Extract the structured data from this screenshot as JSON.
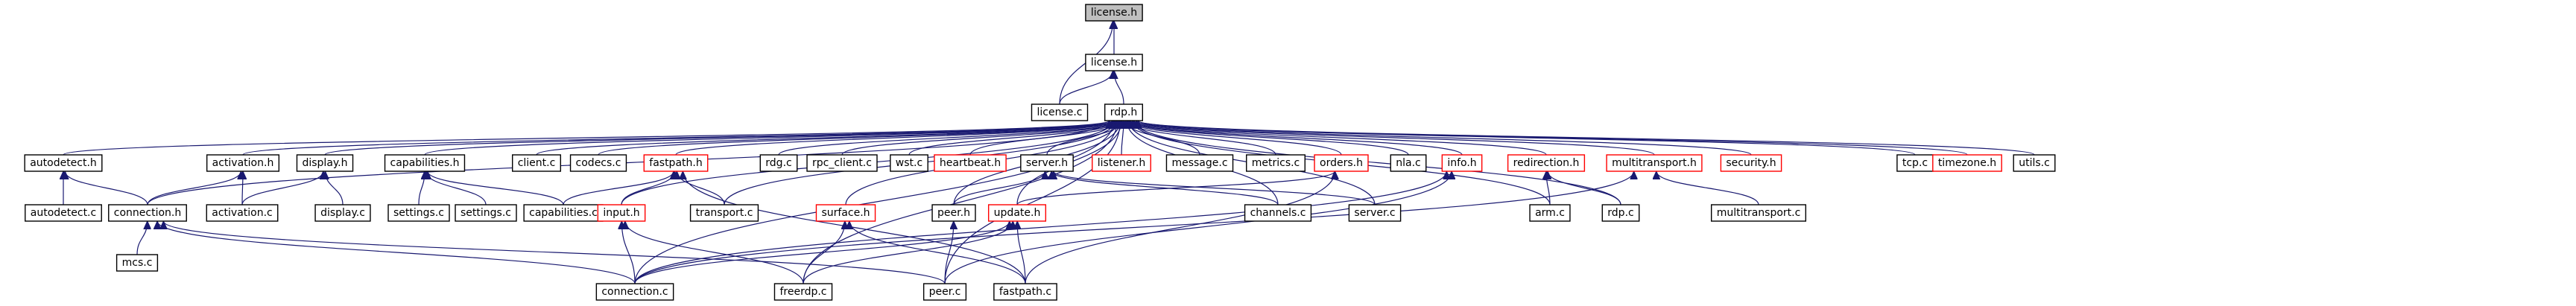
{
  "diagram": {
    "title": "",
    "nodes": [
      {
        "id": "license_h_top",
        "label": "license.h",
        "style": "highlight"
      },
      {
        "id": "license_h_mid",
        "label": "license.h",
        "style": "normal"
      },
      {
        "id": "license_c",
        "label": "license.c",
        "style": "normal"
      },
      {
        "id": "rdp_h",
        "label": "rdp.h",
        "style": "normal"
      },
      {
        "id": "autodetect_h",
        "label": "autodetect.h",
        "style": "normal"
      },
      {
        "id": "activation_h",
        "label": "activation.h",
        "style": "normal"
      },
      {
        "id": "display_h",
        "label": "display.h",
        "style": "normal"
      },
      {
        "id": "capabilities_h",
        "label": "capabilities.h",
        "style": "normal"
      },
      {
        "id": "client_c",
        "label": "client.c",
        "style": "normal"
      },
      {
        "id": "codecs_c",
        "label": "codecs.c",
        "style": "normal"
      },
      {
        "id": "fastpath_h",
        "label": "fastpath.h",
        "style": "red"
      },
      {
        "id": "rdg_c",
        "label": "rdg.c",
        "style": "normal"
      },
      {
        "id": "rpc_client_c",
        "label": "rpc_client.c",
        "style": "normal"
      },
      {
        "id": "wst_c",
        "label": "wst.c",
        "style": "normal"
      },
      {
        "id": "heartbeat_h",
        "label": "heartbeat.h",
        "style": "red"
      },
      {
        "id": "server_h",
        "label": "server.h",
        "style": "normal"
      },
      {
        "id": "listener_h",
        "label": "listener.h",
        "style": "red"
      },
      {
        "id": "message_c",
        "label": "message.c",
        "style": "normal"
      },
      {
        "id": "metrics_c",
        "label": "metrics.c",
        "style": "normal"
      },
      {
        "id": "orders_h",
        "label": "orders.h",
        "style": "red"
      },
      {
        "id": "nla_c",
        "label": "nla.c",
        "style": "normal"
      },
      {
        "id": "info_h",
        "label": "info.h",
        "style": "red"
      },
      {
        "id": "redirection_h",
        "label": "redirection.h",
        "style": "red"
      },
      {
        "id": "multitransport_h",
        "label": "multitransport.h",
        "style": "red"
      },
      {
        "id": "security_h",
        "label": "security.h",
        "style": "red"
      },
      {
        "id": "tcp_c",
        "label": "tcp.c",
        "style": "normal"
      },
      {
        "id": "timezone_h",
        "label": "timezone.h",
        "style": "red"
      },
      {
        "id": "utils_c",
        "label": "utils.c",
        "style": "normal"
      },
      {
        "id": "autodetect_c",
        "label": "autodetect.c",
        "style": "normal"
      },
      {
        "id": "connection_h",
        "label": "connection.h",
        "style": "normal"
      },
      {
        "id": "activation_c",
        "label": "activation.c",
        "style": "normal"
      },
      {
        "id": "display_c",
        "label": "display.c",
        "style": "normal"
      },
      {
        "id": "settings_c1",
        "label": "settings.c",
        "style": "normal"
      },
      {
        "id": "settings_c2",
        "label": "settings.c",
        "style": "normal"
      },
      {
        "id": "capabilities_c",
        "label": "capabilities.c",
        "style": "normal"
      },
      {
        "id": "input_h",
        "label": "input.h",
        "style": "red"
      },
      {
        "id": "transport_c",
        "label": "transport.c",
        "style": "normal"
      },
      {
        "id": "surface_h",
        "label": "surface.h",
        "style": "red"
      },
      {
        "id": "peer_h",
        "label": "peer.h",
        "style": "normal"
      },
      {
        "id": "update_h",
        "label": "update.h",
        "style": "red"
      },
      {
        "id": "channels_c",
        "label": "channels.c",
        "style": "normal"
      },
      {
        "id": "server_c",
        "label": "server.c",
        "style": "normal"
      },
      {
        "id": "arm_c",
        "label": "arm.c",
        "style": "normal"
      },
      {
        "id": "rdp_c",
        "label": "rdp.c",
        "style": "normal"
      },
      {
        "id": "multitransport_c",
        "label": "multitransport.c",
        "style": "normal"
      },
      {
        "id": "mcs_c",
        "label": "mcs.c",
        "style": "normal"
      },
      {
        "id": "connection_c",
        "label": "connection.c",
        "style": "normal"
      },
      {
        "id": "freerdp_c",
        "label": "freerdp.c",
        "style": "normal"
      },
      {
        "id": "peer_c",
        "label": "peer.c",
        "style": "normal"
      },
      {
        "id": "fastpath_c",
        "label": "fastpath.c",
        "style": "normal"
      }
    ],
    "edges": [
      [
        "license_h_mid",
        "license_h_top"
      ],
      [
        "license_c",
        "license_h_top"
      ],
      [
        "license_c",
        "license_h_mid"
      ],
      [
        "rdp_h",
        "license_h_mid"
      ],
      [
        "autodetect_h",
        "rdp_h"
      ],
      [
        "activation_h",
        "rdp_h"
      ],
      [
        "display_h",
        "rdp_h"
      ],
      [
        "capabilities_h",
        "rdp_h"
      ],
      [
        "client_c",
        "rdp_h"
      ],
      [
        "codecs_c",
        "rdp_h"
      ],
      [
        "fastpath_h",
        "rdp_h"
      ],
      [
        "rdg_c",
        "rdp_h"
      ],
      [
        "rpc_client_c",
        "rdp_h"
      ],
      [
        "wst_c",
        "rdp_h"
      ],
      [
        "heartbeat_h",
        "rdp_h"
      ],
      [
        "server_h",
        "rdp_h"
      ],
      [
        "listener_h",
        "rdp_h"
      ],
      [
        "message_c",
        "rdp_h"
      ],
      [
        "metrics_c",
        "rdp_h"
      ],
      [
        "orders_h",
        "rdp_h"
      ],
      [
        "nla_c",
        "rdp_h"
      ],
      [
        "info_h",
        "rdp_h"
      ],
      [
        "redirection_h",
        "rdp_h"
      ],
      [
        "multitransport_h",
        "rdp_h"
      ],
      [
        "security_h",
        "rdp_h"
      ],
      [
        "tcp_c",
        "rdp_h"
      ],
      [
        "timezone_h",
        "rdp_h"
      ],
      [
        "utils_c",
        "rdp_h"
      ],
      [
        "connection_h",
        "rdp_h"
      ],
      [
        "input_h",
        "rdp_h"
      ],
      [
        "transport_c",
        "rdp_h"
      ],
      [
        "surface_h",
        "rdp_h"
      ],
      [
        "peer_h",
        "rdp_h"
      ],
      [
        "update_h",
        "rdp_h"
      ],
      [
        "channels_c",
        "rdp_h"
      ],
      [
        "server_c",
        "rdp_h"
      ],
      [
        "arm_c",
        "rdp_h"
      ],
      [
        "rdp_c",
        "rdp_h"
      ],
      [
        "connection_c",
        "rdp_h"
      ],
      [
        "freerdp_c",
        "rdp_h"
      ],
      [
        "peer_c",
        "rdp_h"
      ],
      [
        "autodetect_c",
        "autodetect_h"
      ],
      [
        "connection_h",
        "autodetect_h"
      ],
      [
        "connection_h",
        "activation_h"
      ],
      [
        "activation_c",
        "activation_h"
      ],
      [
        "display_c",
        "display_h"
      ],
      [
        "activation_c",
        "display_h"
      ],
      [
        "settings_c1",
        "capabilities_h"
      ],
      [
        "settings_c2",
        "capabilities_h"
      ],
      [
        "capabilities_c",
        "capabilities_h"
      ],
      [
        "capabilities_c",
        "fastpath_h"
      ],
      [
        "input_h",
        "fastpath_h"
      ],
      [
        "transport_c",
        "fastpath_h"
      ],
      [
        "fastpath_c",
        "fastpath_h"
      ],
      [
        "peer_h",
        "server_h"
      ],
      [
        "channels_c",
        "server_h"
      ],
      [
        "server_c",
        "server_h"
      ],
      [
        "update_h",
        "orders_h"
      ],
      [
        "fastpath_c",
        "orders_h"
      ],
      [
        "arm_c",
        "redirection_h"
      ],
      [
        "rdp_c",
        "redirection_h"
      ],
      [
        "connection_c",
        "info_h"
      ],
      [
        "peer_c",
        "info_h"
      ],
      [
        "multitransport_c",
        "multitransport_h"
      ],
      [
        "connection_c",
        "multitransport_h"
      ],
      [
        "mcs_c",
        "connection_h"
      ],
      [
        "connection_c",
        "connection_h"
      ],
      [
        "peer_c",
        "connection_h"
      ],
      [
        "connection_c",
        "input_h"
      ],
      [
        "freerdp_c",
        "input_h"
      ],
      [
        "freerdp_c",
        "surface_h"
      ],
      [
        "fastpath_c",
        "surface_h"
      ],
      [
        "peer_c",
        "peer_h"
      ],
      [
        "connection_c",
        "update_h"
      ],
      [
        "freerdp_c",
        "update_h"
      ],
      [
        "fastpath_c",
        "update_h"
      ]
    ]
  }
}
